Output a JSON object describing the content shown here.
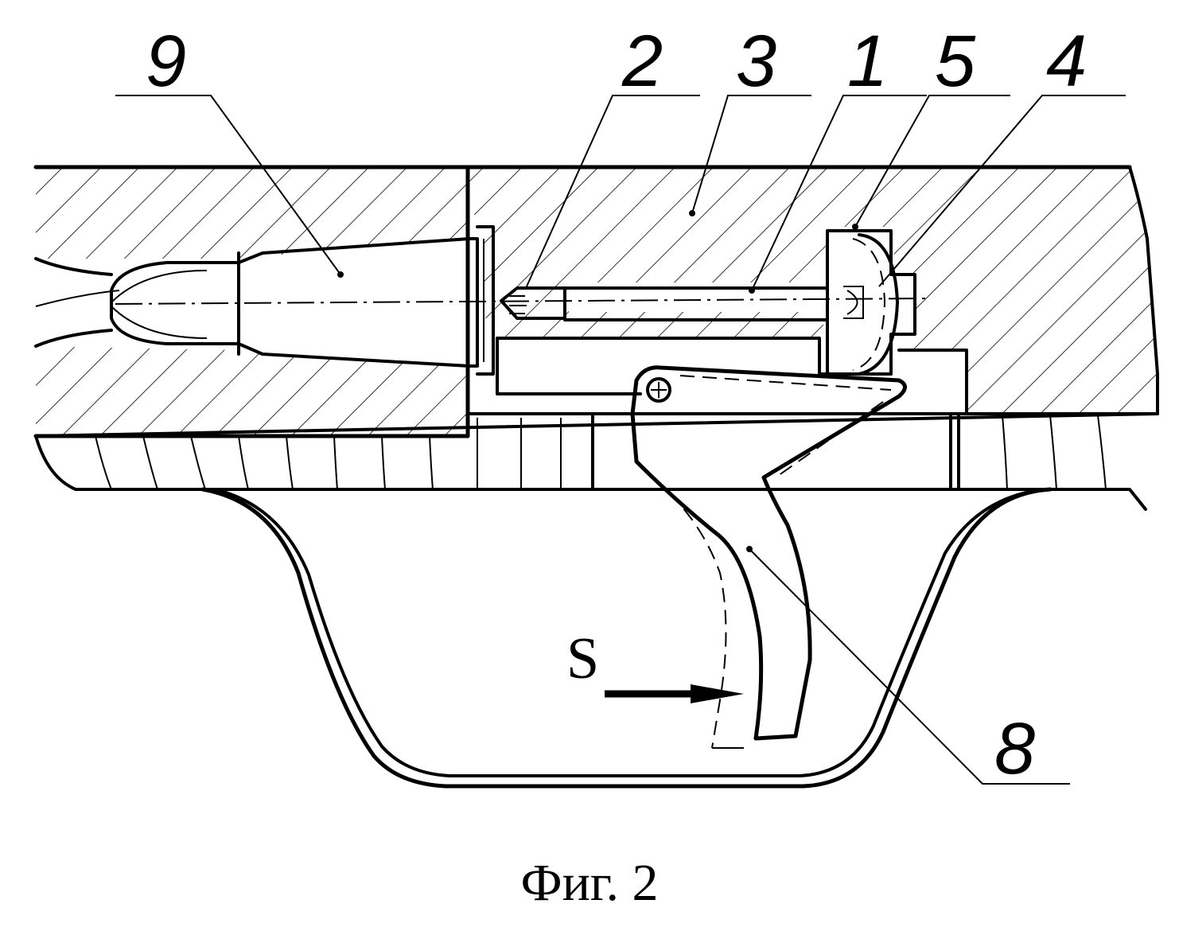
{
  "figure": {
    "caption": "Фиг. 2",
    "labels": {
      "part_9": "9",
      "part_2": "2",
      "part_3": "3",
      "part_1": "1",
      "part_5": "5",
      "part_4": "4",
      "part_8": "8",
      "direction_s": "S"
    }
  },
  "colors": {
    "ink": "#000000",
    "paper": "#ffffff"
  }
}
